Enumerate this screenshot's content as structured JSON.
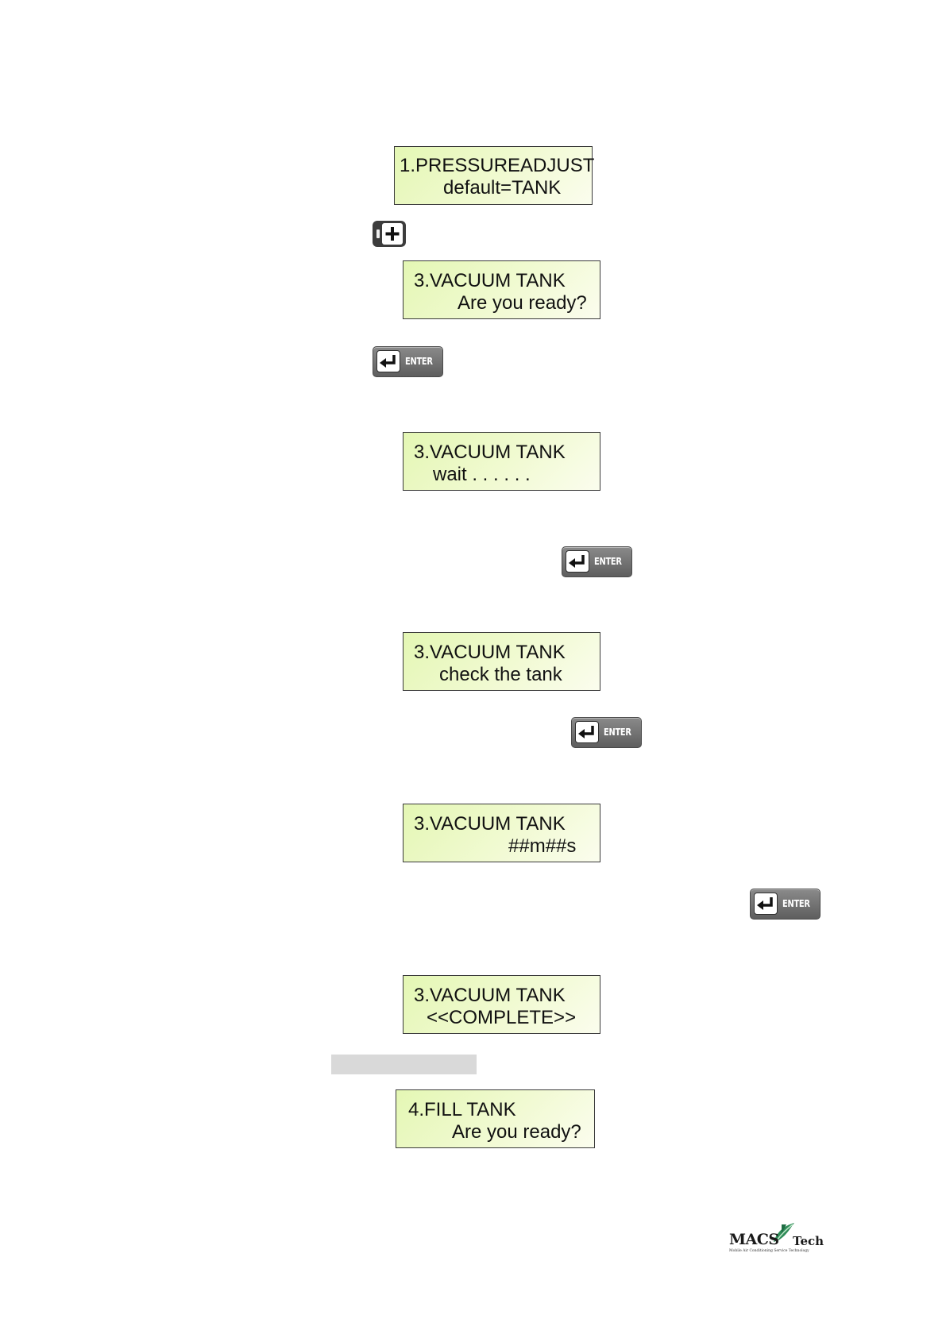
{
  "screens": [
    {
      "line1": "1.PRESSUREADJUST",
      "line2": "default=TANK"
    },
    {
      "line1": "3.VACUUM TANK",
      "line2": "Are you ready?"
    },
    {
      "line1": "3.VACUUM TANK",
      "line2": "wait . . . . . ."
    },
    {
      "line1": "3.VACUUM TANK",
      "line2": "check the tank"
    },
    {
      "line1": "3.VACUUM TANK",
      "line2": "##m##s"
    },
    {
      "line1": "3.VACUUM TANK",
      "line2": "<<COMPLETE>>"
    },
    {
      "line1": "4.FILL TANK",
      "line2": "Are you ready?"
    }
  ],
  "keys": {
    "enter_label": "ENTER",
    "plus_icon": "plus-icon",
    "enter_icon": "enter-arrow-icon"
  },
  "logo": {
    "brand": "MACS",
    "suffix": "Tech",
    "tagline": "Mobile Air Conditioning Service Technology"
  },
  "colors": {
    "lcd_background": "#e4f7b4",
    "key_dark": "#3c3c3c",
    "enter_key": "#6e6e6e",
    "highlight_bar": "#d9d9d9",
    "logo_leaf": "#2e8b57"
  }
}
